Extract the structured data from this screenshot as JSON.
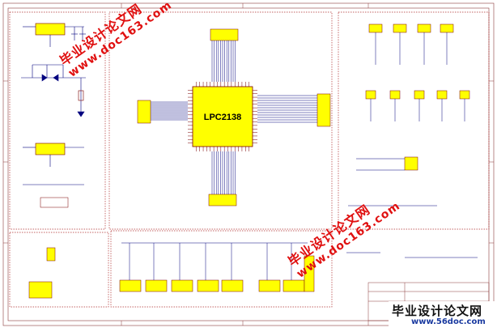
{
  "chip": {
    "label": "LPC2138"
  },
  "watermark": {
    "text_cn": "毕业设计论文网",
    "url": "www.doc163.com"
  },
  "corner_logo": {
    "text_cn": "毕业设计论文网",
    "url": "www.56doc.com"
  },
  "colors": {
    "wire": "#00007f",
    "component": "#7a0000",
    "chip_fill": "#ffff00",
    "frame": "#8b3a3a",
    "watermark": "#e01010"
  }
}
